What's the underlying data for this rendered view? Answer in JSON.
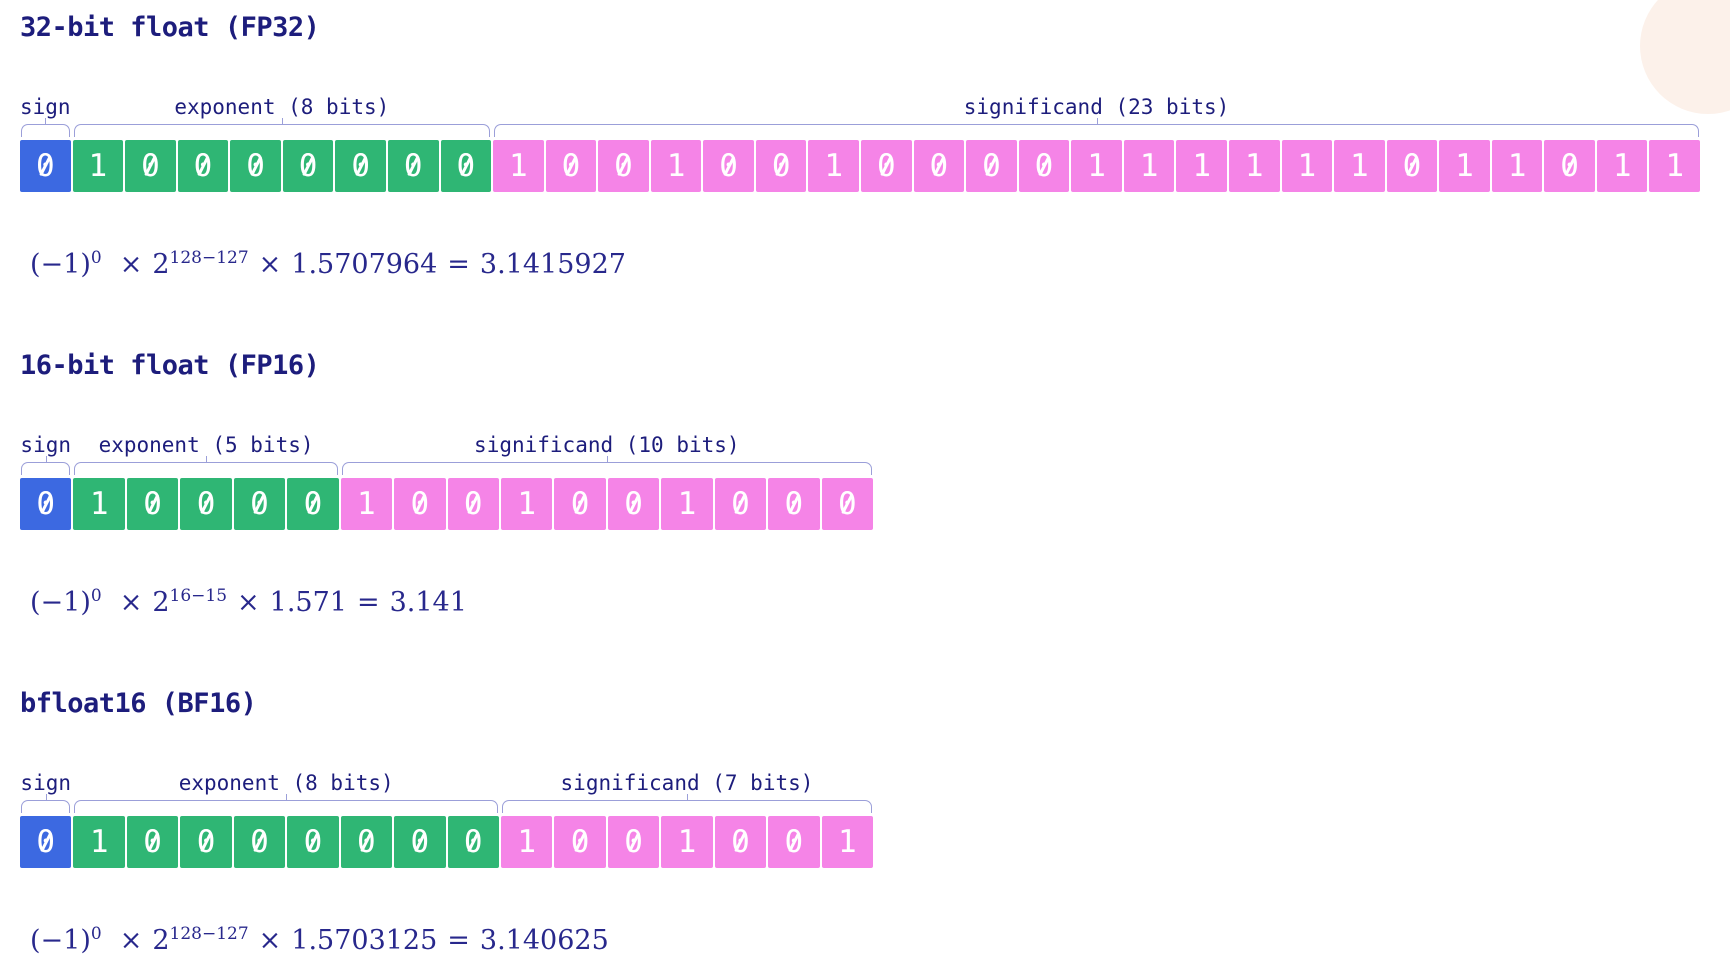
{
  "colors": {
    "title": "#1d1d7c",
    "label": "#1d1d7c",
    "formula": "#28288c",
    "brace": "#9b9fd9",
    "sign": "#3c69e1",
    "exponent": "#2fb674",
    "significand": "#f584e7",
    "bit_text": "#ffffff",
    "background": "#ffffff",
    "decor_circle": "#fcf1ea"
  },
  "sections": [
    {
      "id": "fp32",
      "title": "32-bit float (FP32)",
      "total_bits": 32,
      "fields": [
        {
          "name": "sign",
          "label": "sign",
          "color": "sign",
          "bits": [
            "0"
          ]
        },
        {
          "name": "exponent",
          "label": "exponent (8 bits)",
          "color": "exponent",
          "bits": [
            "1",
            "0",
            "0",
            "0",
            "0",
            "0",
            "0",
            "0"
          ]
        },
        {
          "name": "significand",
          "label": "significand (23 bits)",
          "color": "significand",
          "bits": [
            "1",
            "0",
            "0",
            "1",
            "0",
            "0",
            "1",
            "0",
            "0",
            "0",
            "0",
            "1",
            "1",
            "1",
            "1",
            "1",
            "1",
            "0",
            "1",
            "1",
            "0",
            "1",
            "1"
          ]
        }
      ],
      "formula": {
        "sign_factor": "(−1)",
        "sign_exponent": "0",
        "times": "×",
        "base": "2",
        "exponent": "128−127",
        "mantissa": "1.5707964",
        "equals": "=",
        "result": "3.1415927"
      }
    },
    {
      "id": "fp16",
      "title": "16-bit float (FP16)",
      "total_bits": 16,
      "fields": [
        {
          "name": "sign",
          "label": "sign",
          "color": "sign",
          "bits": [
            "0"
          ]
        },
        {
          "name": "exponent",
          "label": "exponent (5 bits)",
          "color": "exponent",
          "bits": [
            "1",
            "0",
            "0",
            "0",
            "0"
          ]
        },
        {
          "name": "significand",
          "label": "significand (10 bits)",
          "color": "significand",
          "bits": [
            "1",
            "0",
            "0",
            "1",
            "0",
            "0",
            "1",
            "0",
            "0",
            "0"
          ]
        }
      ],
      "formula": {
        "sign_factor": "(−1)",
        "sign_exponent": "0",
        "times": "×",
        "base": "2",
        "exponent": "16−15",
        "mantissa": "1.571",
        "equals": "=",
        "result": "3.141"
      }
    },
    {
      "id": "bf16",
      "title": "bfloat16 (BF16)",
      "total_bits": 16,
      "fields": [
        {
          "name": "sign",
          "label": "sign",
          "color": "sign",
          "bits": [
            "0"
          ]
        },
        {
          "name": "exponent",
          "label": "exponent (8 bits)",
          "color": "exponent",
          "bits": [
            "1",
            "0",
            "0",
            "0",
            "0",
            "0",
            "0",
            "0"
          ]
        },
        {
          "name": "significand",
          "label": "significand (7 bits)",
          "color": "significand",
          "bits": [
            "1",
            "0",
            "0",
            "1",
            "0",
            "0",
            "1"
          ]
        }
      ],
      "formula": {
        "sign_factor": "(−1)",
        "sign_exponent": "0",
        "times": "×",
        "base": "2",
        "exponent": "128−127",
        "mantissa": "1.5703125",
        "equals": "=",
        "result": "3.140625"
      }
    }
  ]
}
